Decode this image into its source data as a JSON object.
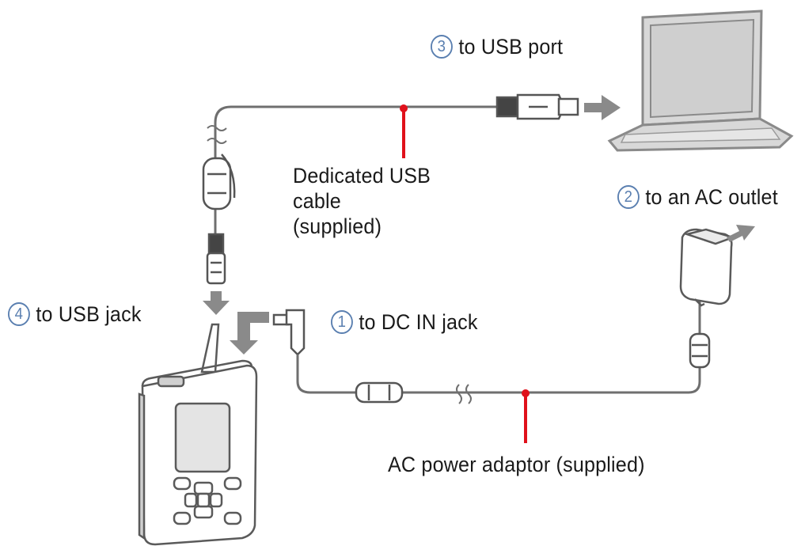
{
  "labels": {
    "usb_port": {
      "number": "3",
      "text": "to USB port"
    },
    "usb_cable": {
      "line1": "Dedicated USB cable",
      "line2": "(supplied)"
    },
    "ac_outlet": {
      "number": "2",
      "text": "to an AC outlet"
    },
    "usb_jack": {
      "number": "4",
      "text": "to USB jack"
    },
    "dc_in_jack": {
      "number": "1",
      "text": "to DC IN jack"
    },
    "ac_adaptor": {
      "text": "AC power adaptor (supplied)"
    }
  },
  "colors": {
    "cable": "#6f6f6f",
    "callout": "#e0111b",
    "device": "#8c8c8c",
    "arrow": "#8a8a8a",
    "step_number": "#5a7fb0"
  },
  "icons": [
    "laptop-icon",
    "media-player-icon",
    "ac-adaptor-icon",
    "usb-plug-icon",
    "dc-plug-icon",
    "ferrite-core-icon"
  ]
}
